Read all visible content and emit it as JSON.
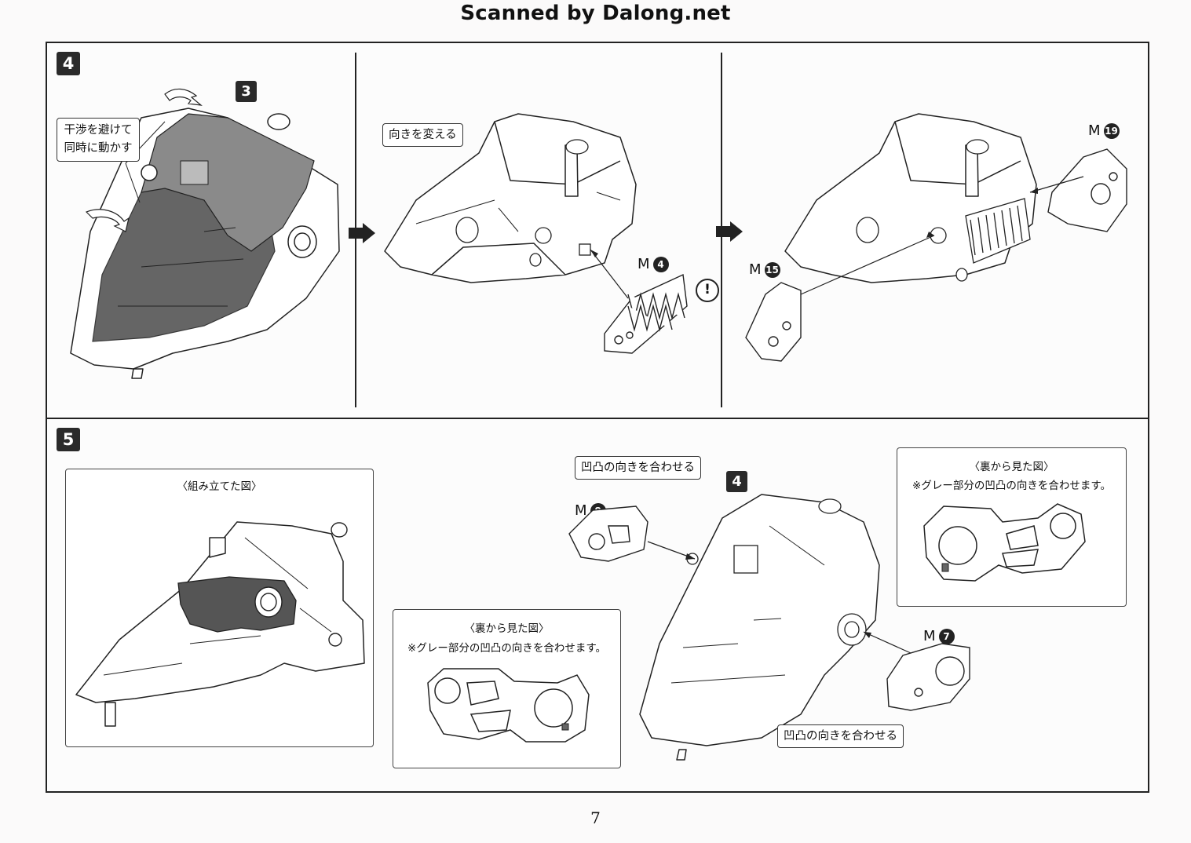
{
  "header": {
    "text": "Scanned by Dalong.net"
  },
  "step4": {
    "number": "4",
    "sub_ref": "3",
    "callout_interfere": "干渉を避けて同時に動かす",
    "callout_turn": "向きを変える",
    "part_m4": {
      "letter": "M",
      "num": "4"
    },
    "caution": "!",
    "part_m15": {
      "letter": "M",
      "num": "15"
    },
    "part_m19": {
      "letter": "M",
      "num": "19"
    }
  },
  "step5": {
    "number": "5",
    "assembled_title": "〈組み立てた図〉",
    "back_view_title_left": "〈裏から見た図〉",
    "back_view_note_left": "※グレー部分の凹凸の向きを合わせます。",
    "align_label_top": "凹凸の向きを合わせる",
    "part_m8": {
      "letter": "M",
      "num": "8"
    },
    "sub_ref": "4",
    "back_view_title_right": "〈裏から見た図〉",
    "back_view_note_right": "※グレー部分の凹凸の向きを合わせます。",
    "part_m7": {
      "letter": "M",
      "num": "7"
    },
    "align_label_bottom": "凹凸の向きを合わせる"
  },
  "page": {
    "number": "7"
  }
}
